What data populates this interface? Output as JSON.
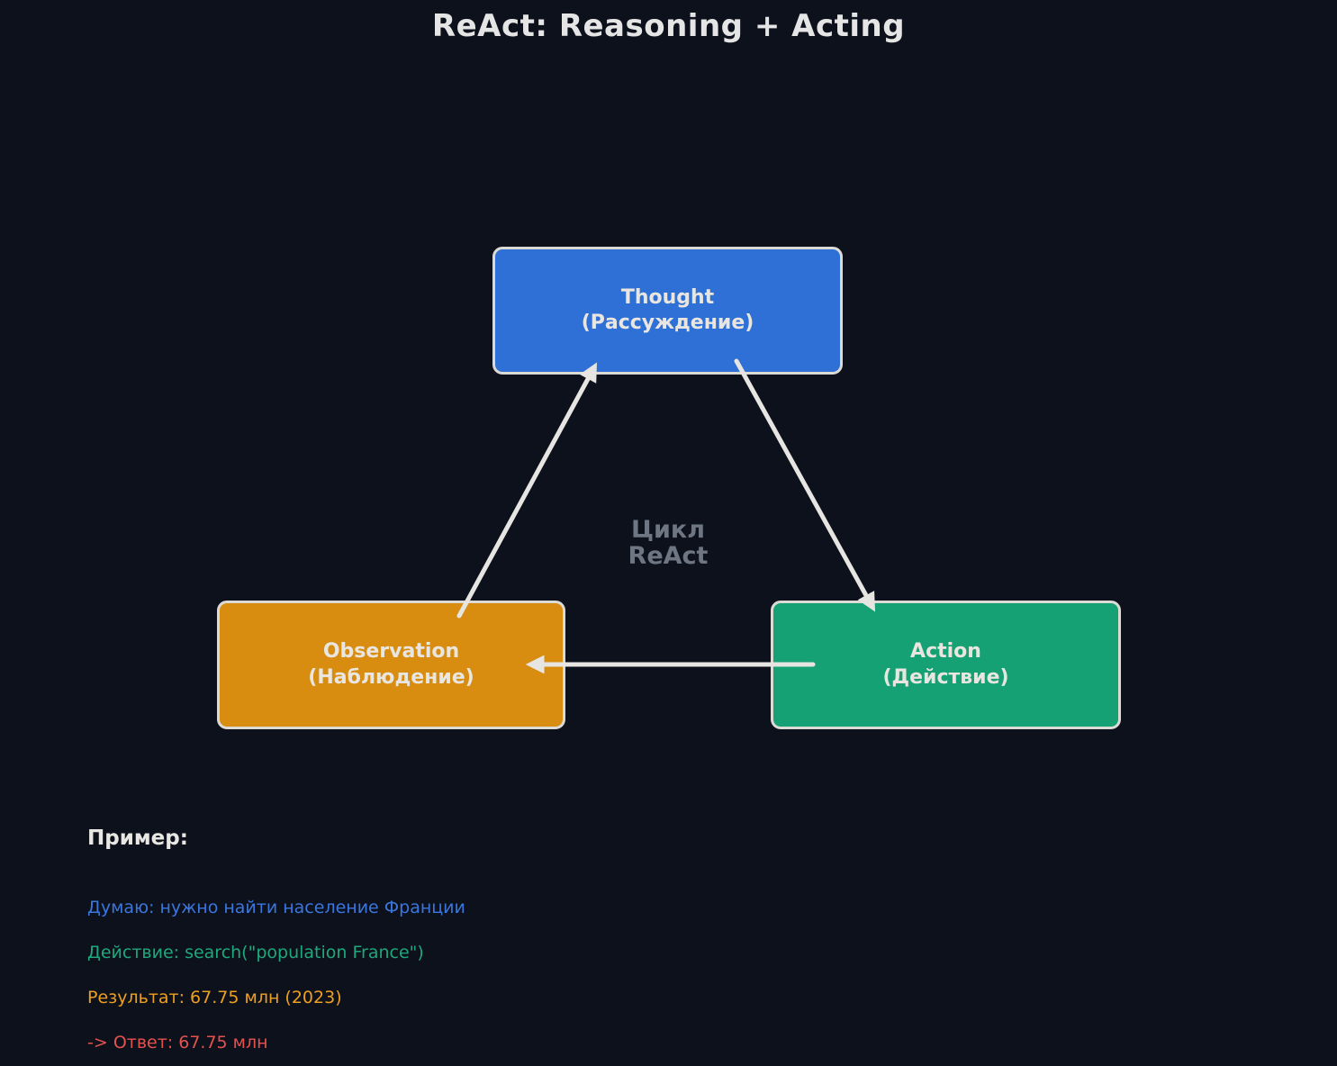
{
  "title": "ReAct: Reasoning + Acting",
  "background_color": "#0d111c",
  "diagram": {
    "cycle_label": {
      "line1": "Цикл",
      "line2": "ReAct",
      "color": "#6d7682"
    },
    "arrow_color": "#e7e5e1",
    "border_color": "#dcdad5",
    "nodes": {
      "thought": {
        "name": "Thought",
        "subtitle": "(Рассуждение)",
        "color": "#2f70d6"
      },
      "observation": {
        "name": "Observation",
        "subtitle": "(Наблюдение)",
        "color": "#d88d10"
      },
      "action": {
        "name": "Action",
        "subtitle": "(Действие)",
        "color": "#15a173"
      }
    },
    "arrows": [
      {
        "from": "observation",
        "to": "thought"
      },
      {
        "from": "thought",
        "to": "action"
      },
      {
        "from": "action",
        "to": "observation"
      }
    ]
  },
  "example": {
    "heading": "Пример:",
    "lines": [
      {
        "id": "thought",
        "text": "Думаю: нужно найти население Франции",
        "color": "#3a76dd"
      },
      {
        "id": "action",
        "text": "Действие: search(\"population France\")",
        "color": "#1ea87d"
      },
      {
        "id": "result",
        "text": "Результат: 67.75 млн (2023)",
        "color": "#eda01f"
      },
      {
        "id": "answer",
        "text": "-> Ответ: 67.75 млн",
        "color": "#e4524f"
      }
    ]
  }
}
